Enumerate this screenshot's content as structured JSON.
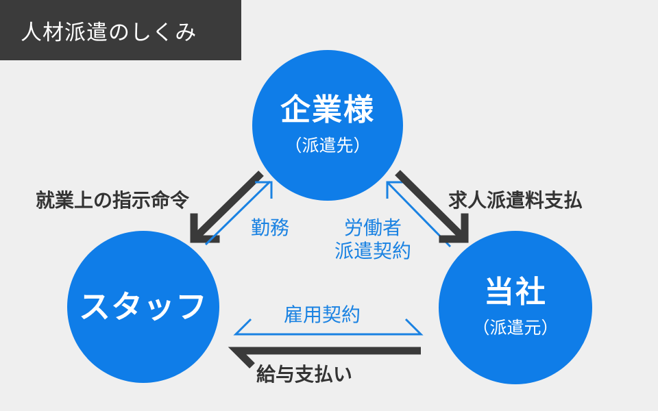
{
  "title": "人材派遣のしくみ",
  "nodes": {
    "client": {
      "name": "企業様",
      "sub": "（派遣先）"
    },
    "staff": {
      "name": "スタッフ"
    },
    "company": {
      "name": "当社",
      "sub": "（派遣元）"
    }
  },
  "relations": {
    "work_instruction": "就業上の指示命令",
    "labor": "勤務",
    "dispatch_contract_line1": "労働者",
    "dispatch_contract_line2": "派遣契約",
    "dispatch_fee": "求人派遣料支払",
    "employment_contract": "雇用契約",
    "salary_payment": "給与支払い"
  },
  "colors": {
    "background": "#efefef",
    "title_bg": "#3b3b3b",
    "node_blue": "#0f7de8",
    "arrow_dark": "#3a3a3a",
    "arrow_blue": "#1a82e2"
  }
}
